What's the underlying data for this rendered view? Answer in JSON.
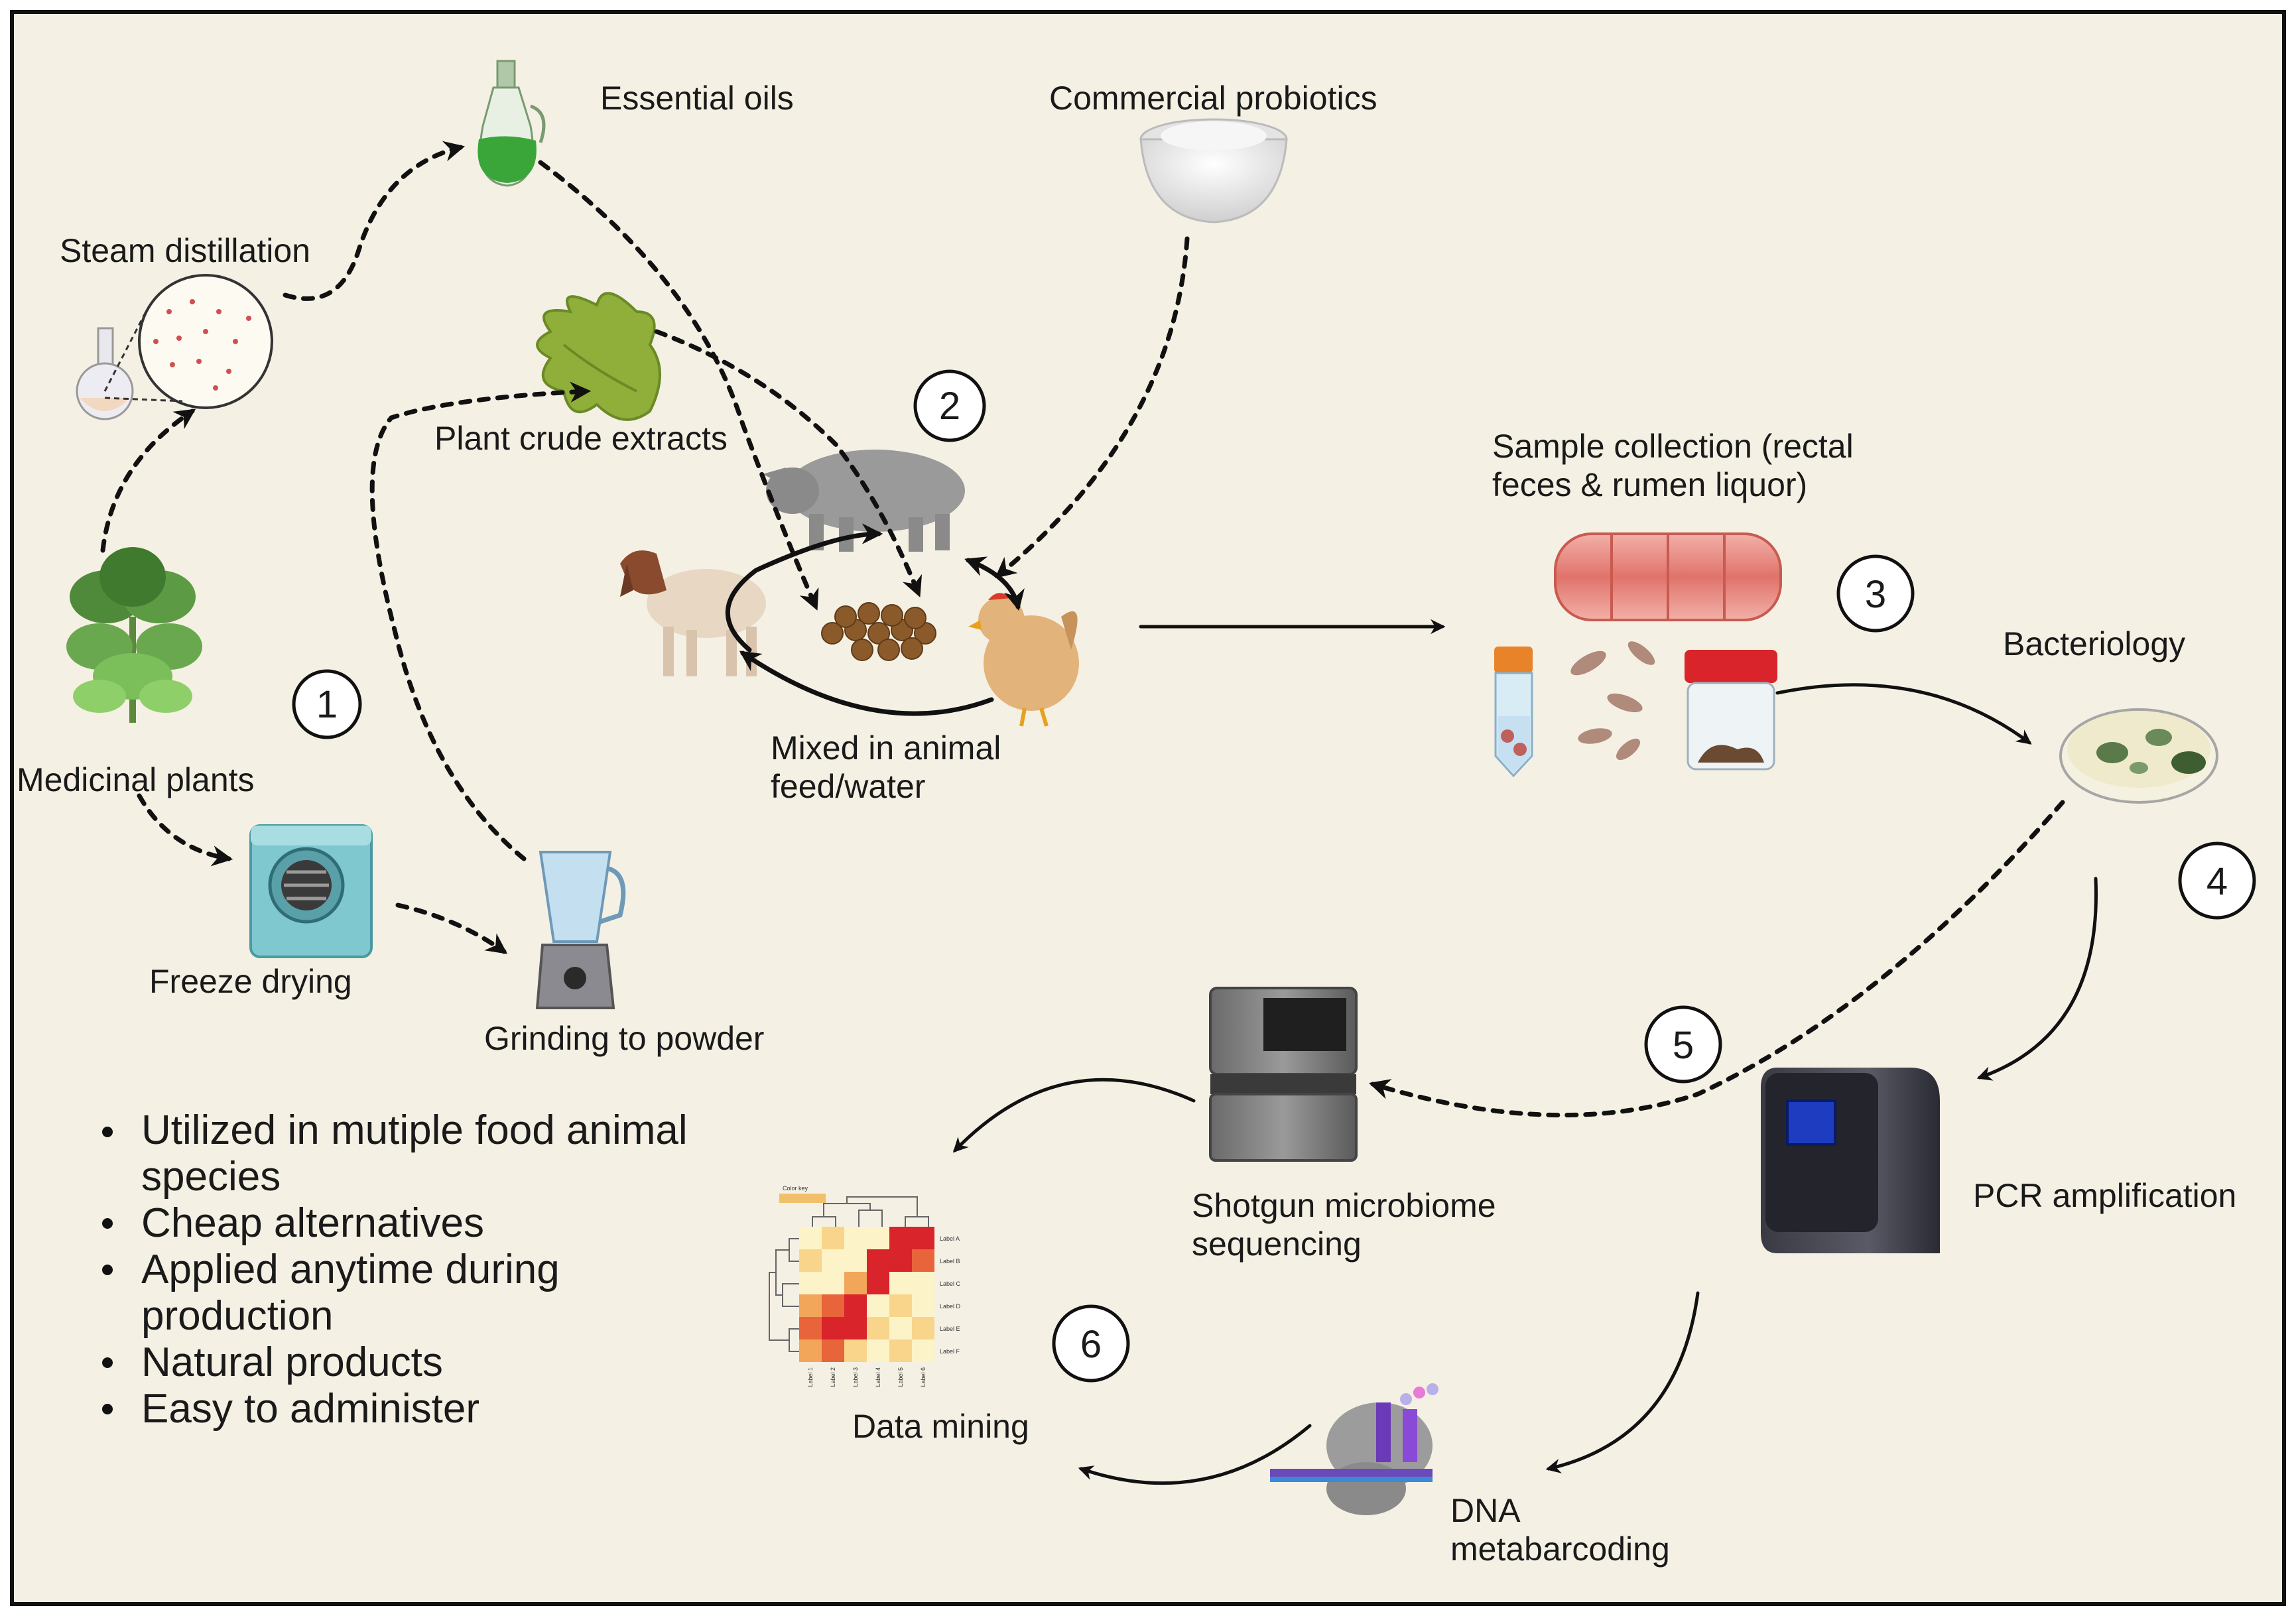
{
  "labels": {
    "essential_oils": "Essential oils",
    "commercial_probiotics": "Commercial probiotics",
    "steam_distillation": "Steam distillation",
    "plant_crude_extracts": "Plant crude extracts",
    "medicinal_plants": "Medicinal plants",
    "freeze_drying": "Freeze drying",
    "grinding_to_powder": "Grinding to powder",
    "mixed_line1": "Mixed in animal",
    "mixed_line2": "feed/water",
    "sample_line1": "Sample collection (rectal",
    "sample_line2": "feces & rumen liquor)",
    "bacteriology": "Bacteriology",
    "pcr_amplification": "PCR amplification",
    "shotgun_line1": "Shotgun microbiome",
    "shotgun_line2": "sequencing",
    "dna_line1": "DNA",
    "dna_line2": "metabarcoding",
    "data_mining": "Data mining"
  },
  "step_numbers": [
    "1",
    "2",
    "3",
    "4",
    "5",
    "6"
  ],
  "bullets": [
    [
      "Utilized in mutiple food animal",
      "species"
    ],
    [
      "Cheap alternatives"
    ],
    [
      "Applied anytime during",
      "production"
    ],
    [
      "Natural products"
    ],
    [
      "Easy to administer"
    ]
  ],
  "heatmap": {
    "color_key_label": "Color key",
    "row_labels": [
      "Label A",
      "Label B",
      "Label C",
      "Label D",
      "Label E",
      "Label F"
    ],
    "col_labels": [
      "Label 1",
      "Label 2",
      "Label 3",
      "Label 4",
      "Label 5",
      "Label 6"
    ]
  },
  "colors": {
    "background": "#f5f0e4",
    "border": "#111111",
    "arrow": "#111111"
  }
}
